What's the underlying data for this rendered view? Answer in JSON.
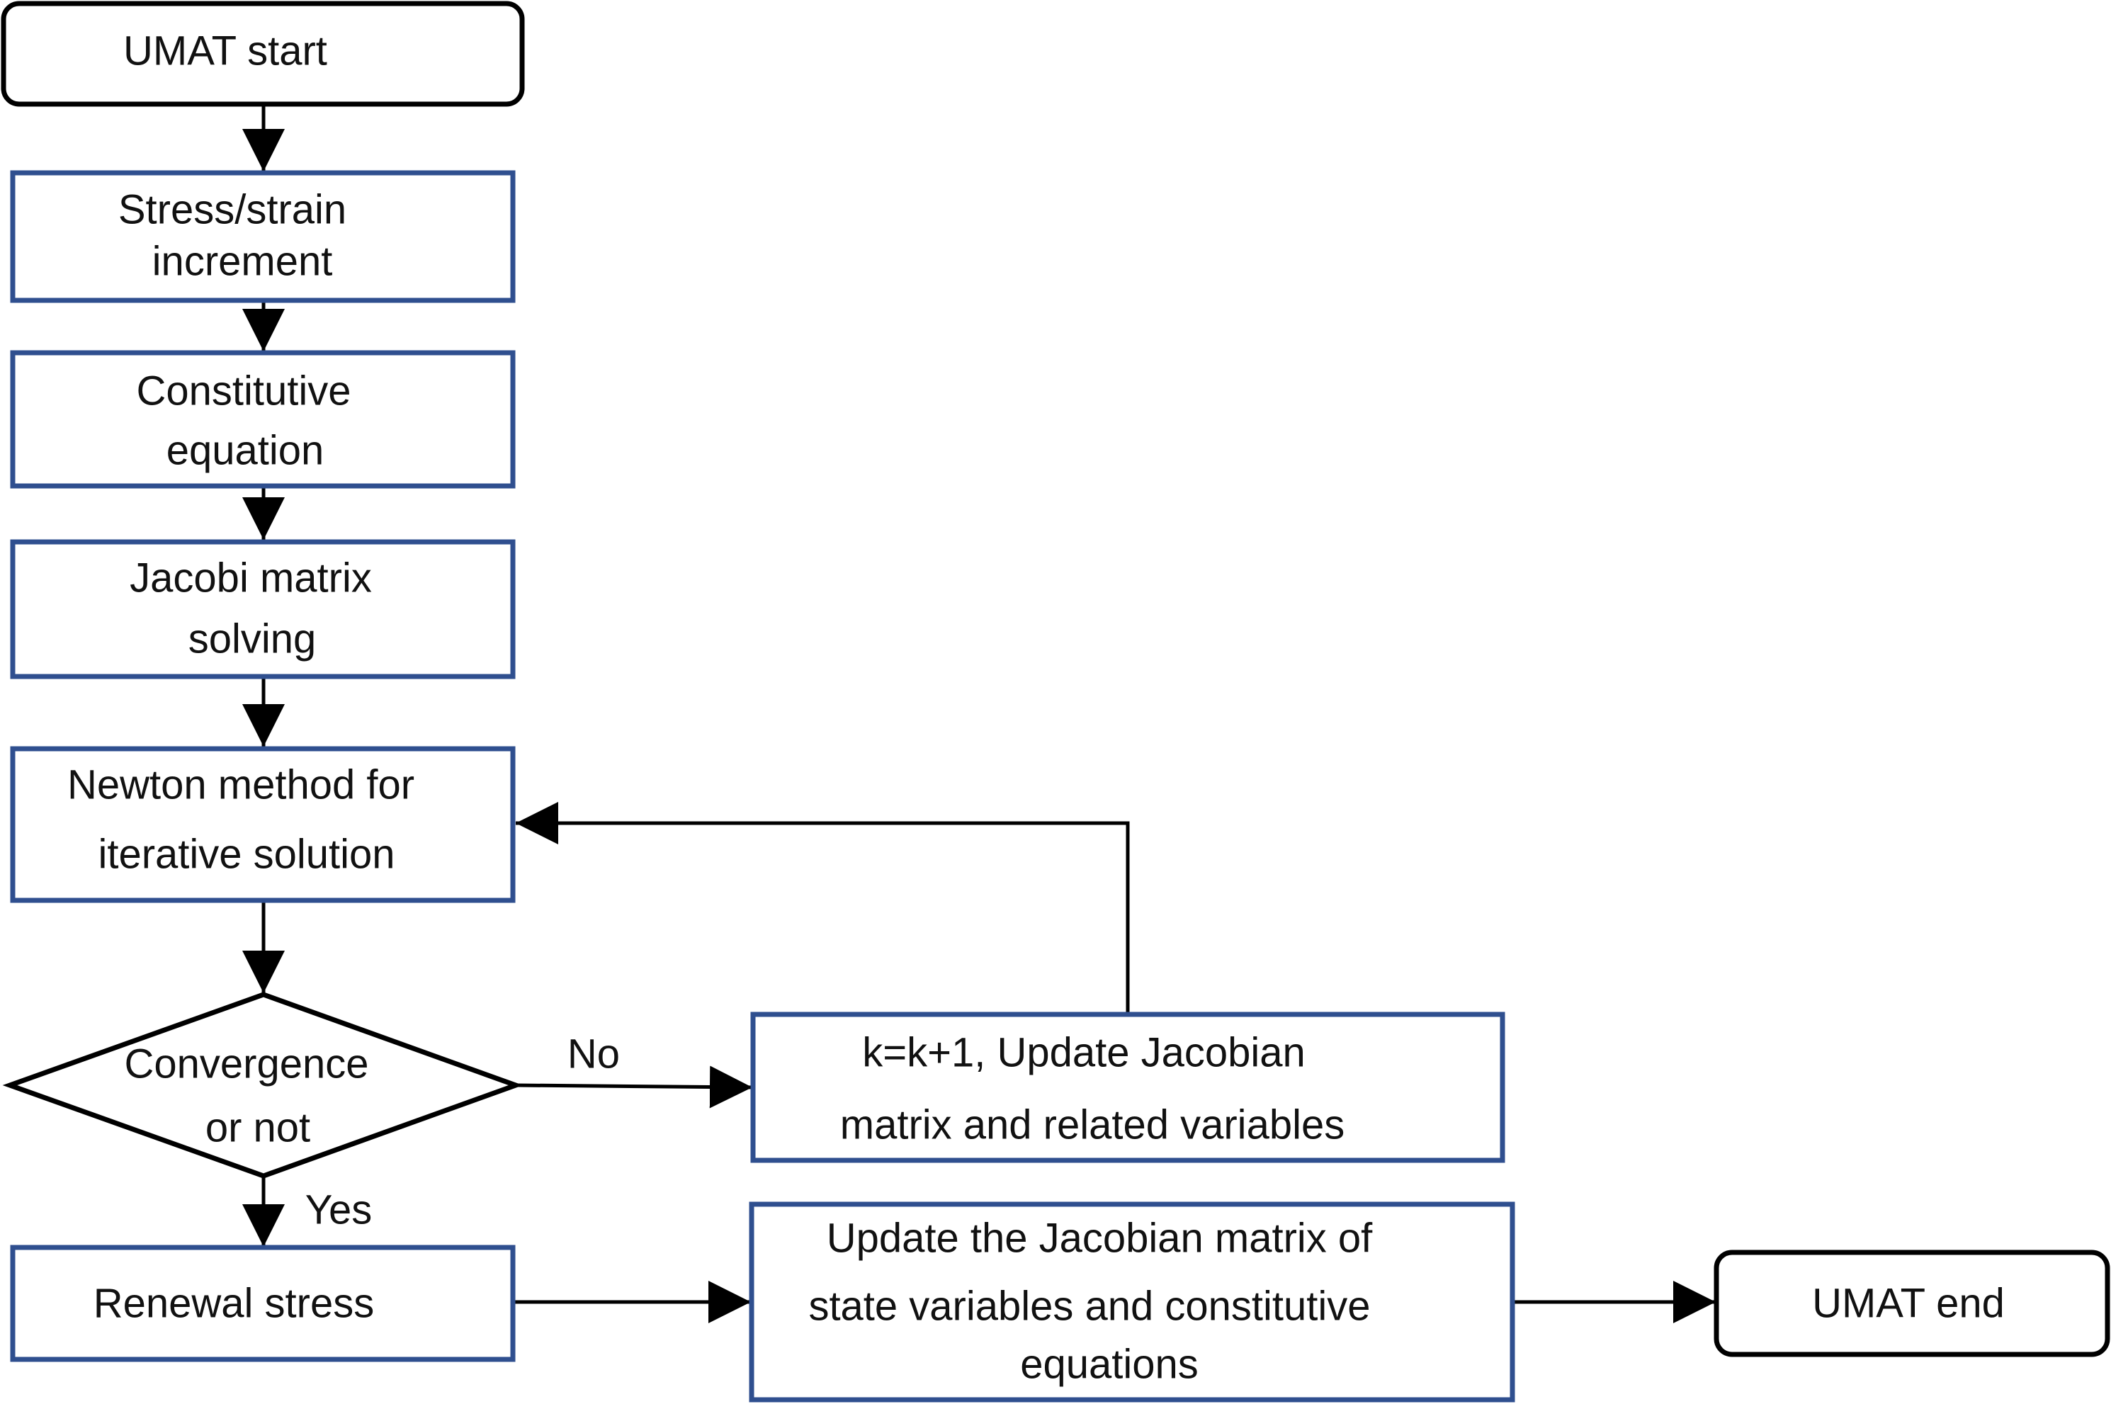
{
  "colors": {
    "process_border": "#2f4f8f",
    "terminal_border": "#000000",
    "line": "#000000",
    "text": "#111111"
  },
  "nodes": {
    "start": {
      "line1": "UMAT start"
    },
    "stress_strain": {
      "line1": "Stress/strain",
      "line2": "increment"
    },
    "constitutive": {
      "line1": "Constitutive",
      "line2": "equation"
    },
    "jacobi": {
      "line1": "Jacobi matrix",
      "line2": "solving"
    },
    "newton": {
      "line1": "Newton method for",
      "line2": "iterative solution"
    },
    "convergence": {
      "line1": "Convergence",
      "line2": "or not"
    },
    "update_k": {
      "line1": "k=k+1, Update Jacobian",
      "line2": "matrix and related variables"
    },
    "renewal": {
      "line1": "Renewal stress"
    },
    "update_state": {
      "line1": "Update the Jacobian matrix of",
      "line2": "state variables and constitutive",
      "line3": "equations"
    },
    "end": {
      "line1": "UMAT end"
    }
  },
  "edge_labels": {
    "no": "No",
    "yes": "Yes"
  }
}
